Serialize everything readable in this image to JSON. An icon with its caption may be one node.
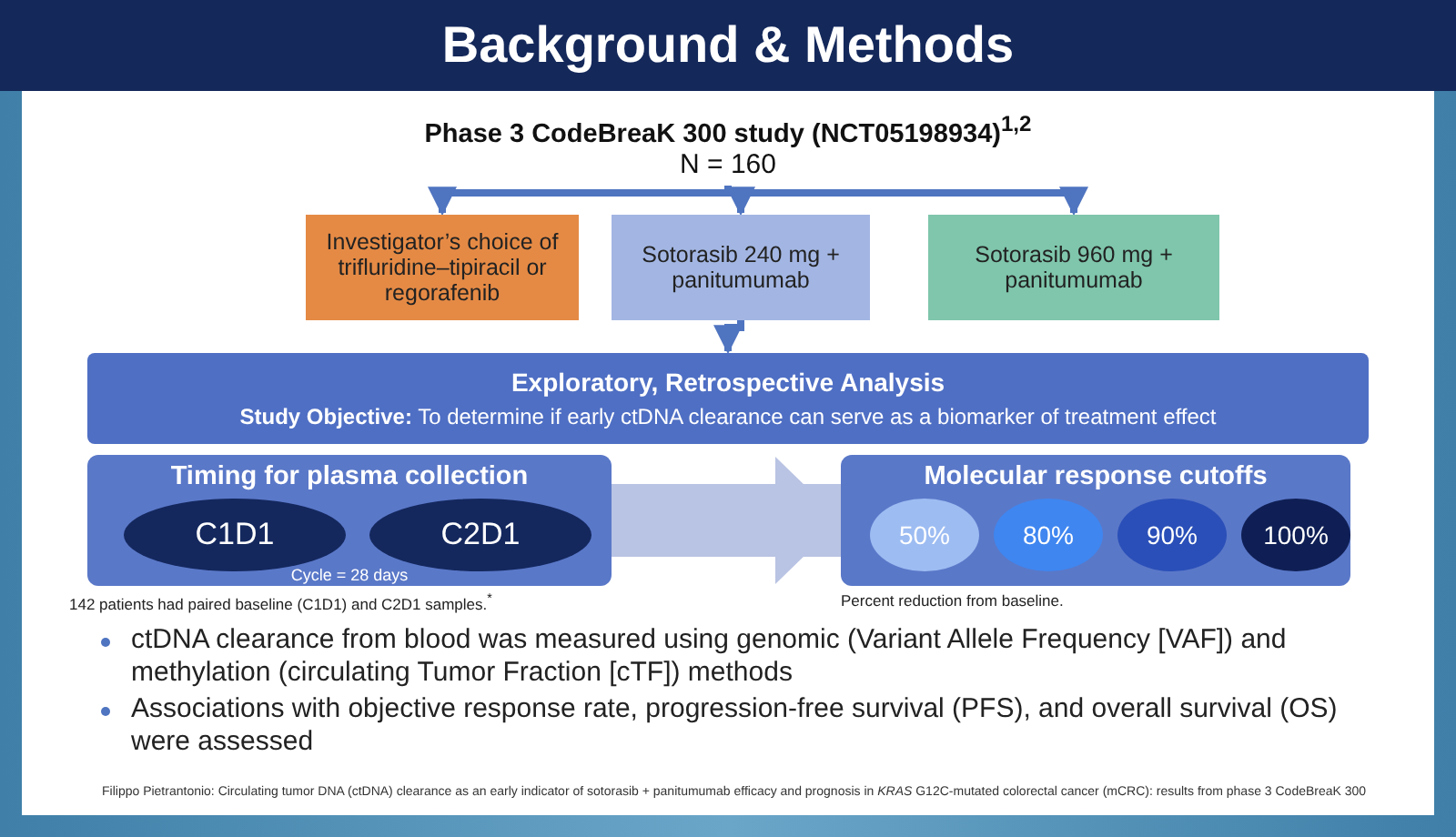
{
  "diagram": {
    "title": "Background & Methods",
    "nodes": [
      {
        "text": [
          "Phase 3 CodeBreaK 300 study (NCT05198934)$^{1,2}$",
          "N = 160"
        ]
      },
      {
        "text": [
          "Investigator’s choice of trifluridine–tipiracil or regorafenib"
        ]
      },
      {
        "text": [
          "Sotorasib 240 mg + panitumumab"
        ]
      },
      {
        "text": [
          "Sotorasib 960 mg + panitumumab"
        ]
      },
      {
        "text": [
          "Exploratory, Retrospective Analysis",
          "**Study Objective:** To determine if early ctDNA clearance can serve as a biomarker of treatment effect"
        ]
      },
      {
        "text": [
          "Timing for plasma collection",
          "Cycle = 28 days"
        ],
        "beside": [
          "142 patients had paired baseline (C1D1) and C2D1 samples.$^{*}$"
        ]
      },
      {
        "text": [
          "C1D1"
        ],
        "in": 5
      },
      {
        "text": [
          "C2D1"
        ],
        "in": 5
      },
      {
        "text": [
          "Molecular response cutoffs"
        ],
        "beside": [
          "Percent reduction from baseline."
        ]
      },
      {
        "text": [
          "50%"
        ],
        "in": 8
      },
      {
        "text": [
          "80%"
        ],
        "in": 8
      },
      {
        "text": [
          "90%"
        ],
        "in": 8
      },
      {
        "text": [
          "100%"
        ],
        "in": 8
      }
    ],
    "edges": [
      {
        "from": 0,
        "to": 1,
        "arrow": "to"
      },
      {
        "from": 0,
        "to": 2,
        "arrow": "to"
      },
      {
        "from": 0,
        "to": 3,
        "arrow": "to"
      },
      {
        "from": 2,
        "to": 4,
        "arrow": "to"
      },
      {
        "from": 5,
        "to": 8,
        "arrow": "to",
        "style": "thick",
        "color": "#b9c3e3"
      }
    ],
    "labels": [
      "ctDNA clearance from blood was measured using genomic (Variant Allele Frequency [VAF]) and methylation (circulating Tumor Fraction [cTF]) methods",
      "Associations with objective response rate, progression-free survival (PFS), and overall survival (OS) were assessed",
      "Filippo Pietrantonio: Circulating tumor DNA (ctDNA) clearance as an early indicator of sotorasib + panitumumab efficacy and prognosis in *KRAS* G12C-mutated colorectal cancer (mCRC): results from phase 3 CodeBreaK 300"
    ]
  }
}
